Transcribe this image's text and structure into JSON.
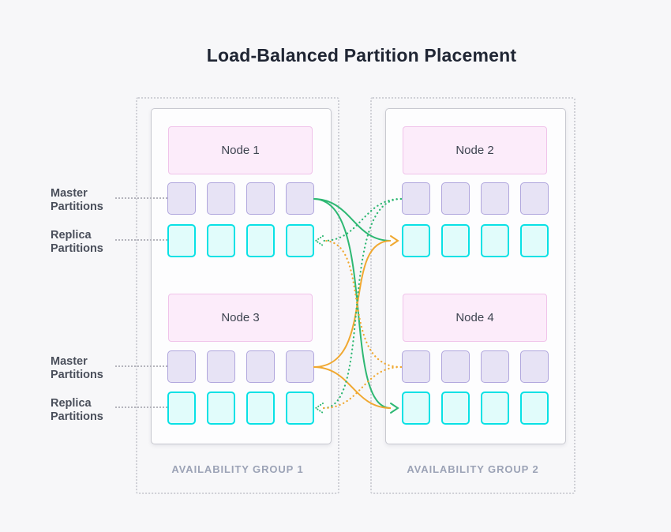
{
  "title": "Load-Balanced Partition Placement",
  "groups": [
    {
      "label": "AVAILABILITY GROUP 1",
      "nodes": [
        {
          "name": "Node 1",
          "master_partitions": 4,
          "replica_partitions": 4
        },
        {
          "name": "Node 3",
          "master_partitions": 4,
          "replica_partitions": 4
        }
      ]
    },
    {
      "label": "AVAILABILITY GROUP 2",
      "nodes": [
        {
          "name": "Node 2",
          "master_partitions": 4,
          "replica_partitions": 4
        },
        {
          "name": "Node 4",
          "master_partitions": 4,
          "replica_partitions": 4
        }
      ]
    }
  ],
  "side_labels": {
    "master": "Master Partitions",
    "replica": "Replica Partitions"
  },
  "edges": [
    {
      "from": "Node 1 master partitions",
      "to": "Node 2 replica partitions",
      "style": "solid",
      "color": "#2eb873"
    },
    {
      "from": "Node 1 master partitions",
      "to": "Node 4 replica partitions",
      "style": "solid",
      "color": "#2eb873"
    },
    {
      "from": "Node 3 master partitions",
      "to": "Node 2 replica partitions",
      "style": "solid",
      "color": "#f0a830"
    },
    {
      "from": "Node 3 master partitions",
      "to": "Node 4 replica partitions",
      "style": "solid",
      "color": "#f0a830"
    },
    {
      "from": "Node 2 master partitions",
      "to": "Node 1 replica partitions",
      "style": "dotted",
      "color": "#2eb873"
    },
    {
      "from": "Node 2 master partitions",
      "to": "Node 3 replica partitions",
      "style": "dotted",
      "color": "#2eb873"
    },
    {
      "from": "Node 4 master partitions",
      "to": "Node 1 replica partitions",
      "style": "dotted",
      "color": "#f0a830"
    },
    {
      "from": "Node 4 master partitions",
      "to": "Node 3 replica partitions",
      "style": "dotted",
      "color": "#f0a830"
    }
  ],
  "colors": {
    "background": "#f7f7f9",
    "master_fill": "#e7e3f5",
    "master_border": "#b0a6dd",
    "replica_fill": "#e1fcfb",
    "replica_border": "#09e1e5",
    "node_header_fill": "#fcecfa",
    "node_header_border": "#f0c3ea",
    "group_border": "#cfd0d6",
    "edge_green": "#2eb873",
    "edge_orange": "#f0a830"
  }
}
